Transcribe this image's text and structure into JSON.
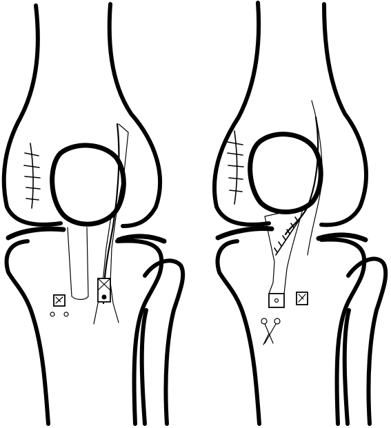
{
  "figure": {
    "panels": [
      {
        "id": "left",
        "depicts": "knee-joint-with-graft-tunnel"
      },
      {
        "id": "right",
        "depicts": "knee-joint-with-rerouted-graft"
      }
    ],
    "colors": {
      "ink": "#000000",
      "paper": "#ffffff"
    },
    "icons": [
      "suture-line-icon",
      "fixation-screw-icon",
      "scissors-icon"
    ]
  }
}
